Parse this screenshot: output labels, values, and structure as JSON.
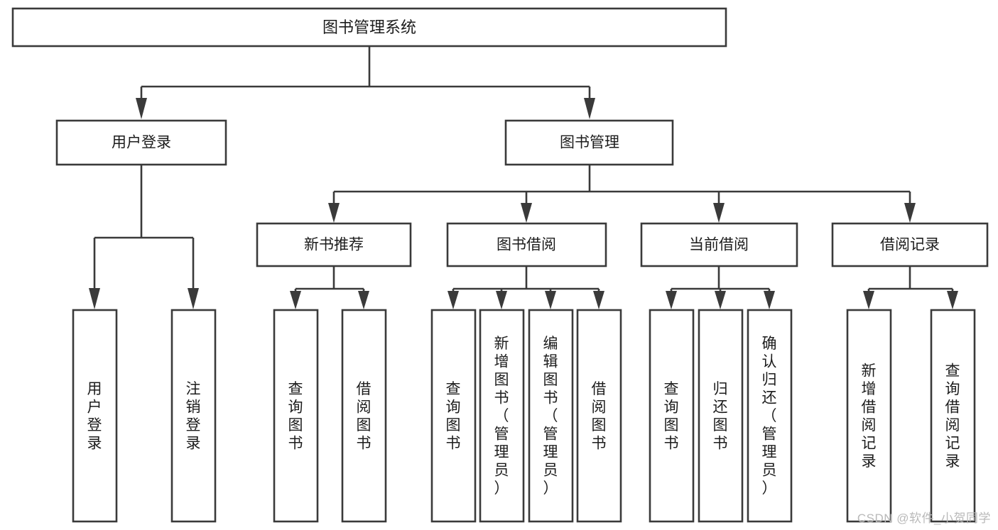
{
  "diagram": {
    "type": "tree",
    "title": "图书管理系统",
    "watermark": "CSDN @软件_小贺同学",
    "colors": {
      "background": "#ffffff",
      "box_fill": "#ffffff",
      "box_stroke": "#3a3a3a",
      "text": "#1c1c1c",
      "watermark": "#b9b9b9"
    },
    "levels": {
      "root": {
        "label": "图书管理系统"
      },
      "level2": [
        {
          "label": "用户登录"
        },
        {
          "label": "图书管理"
        }
      ],
      "level3": [
        {
          "label": "新书推荐"
        },
        {
          "label": "图书借阅"
        },
        {
          "label": "当前借阅"
        },
        {
          "label": "借阅记录"
        }
      ],
      "leaves": [
        {
          "label": "用户登录",
          "parent": "用户登录"
        },
        {
          "label": "注销登录",
          "parent": "用户登录"
        },
        {
          "label": "查询图书",
          "parent": "新书推荐"
        },
        {
          "label": "借阅图书",
          "parent": "新书推荐"
        },
        {
          "label": "查询图书",
          "parent": "图书借阅"
        },
        {
          "label": "新增图书（管理员）",
          "parent": "图书借阅"
        },
        {
          "label": "编辑图书（管理员）",
          "parent": "图书借阅"
        },
        {
          "label": "借阅图书",
          "parent": "图书借阅"
        },
        {
          "label": "查询图书",
          "parent": "当前借阅"
        },
        {
          "label": "归还图书",
          "parent": "当前借阅"
        },
        {
          "label": "确认归还（管理员）",
          "parent": "当前借阅"
        },
        {
          "label": "新增借阅记录",
          "parent": "借阅记录"
        },
        {
          "label": "查询借阅记录",
          "parent": "借阅记录"
        }
      ]
    }
  }
}
